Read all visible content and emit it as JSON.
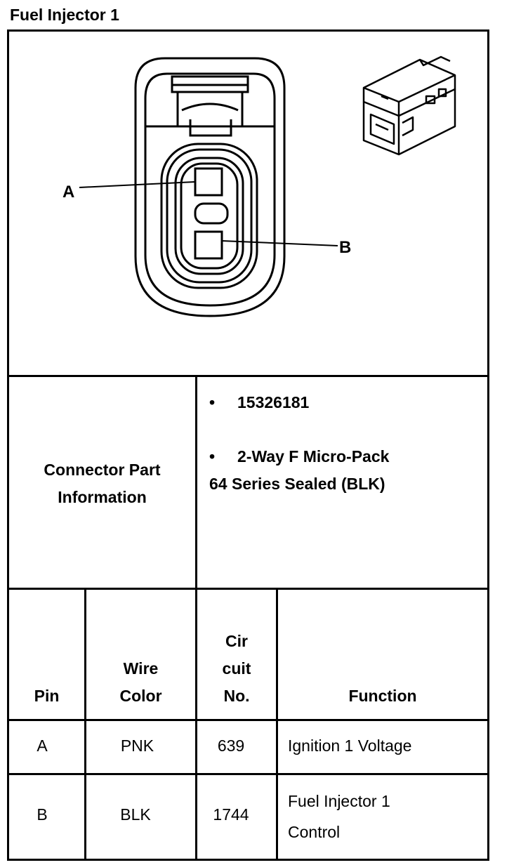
{
  "title": "Fuel Injector 1",
  "diagram": {
    "pin_labels": [
      "A",
      "B"
    ]
  },
  "connector_info": {
    "label_line1": "Connector Part",
    "label_line2": "Information",
    "part_number": "15326181",
    "description_line1": "2-Way F Micro-Pack",
    "description_line2": "64 Series Sealed (BLK)",
    "bullet": "•"
  },
  "table": {
    "headers": {
      "pin": "Pin",
      "wire_color_line1": "Wire",
      "wire_color_line2": "Color",
      "circuit_line1": "Cir",
      "circuit_line2": "cuit",
      "circuit_line3": "No.",
      "function": "Function"
    },
    "rows": [
      {
        "pin": "A",
        "wire_color": "PNK",
        "circuit": "639",
        "function_line1": "Ignition 1 Voltage",
        "function_line2": ""
      },
      {
        "pin": "B",
        "wire_color": "BLK",
        "circuit": "1744",
        "function_line1": "Fuel Injector 1",
        "function_line2": "Control"
      }
    ]
  }
}
